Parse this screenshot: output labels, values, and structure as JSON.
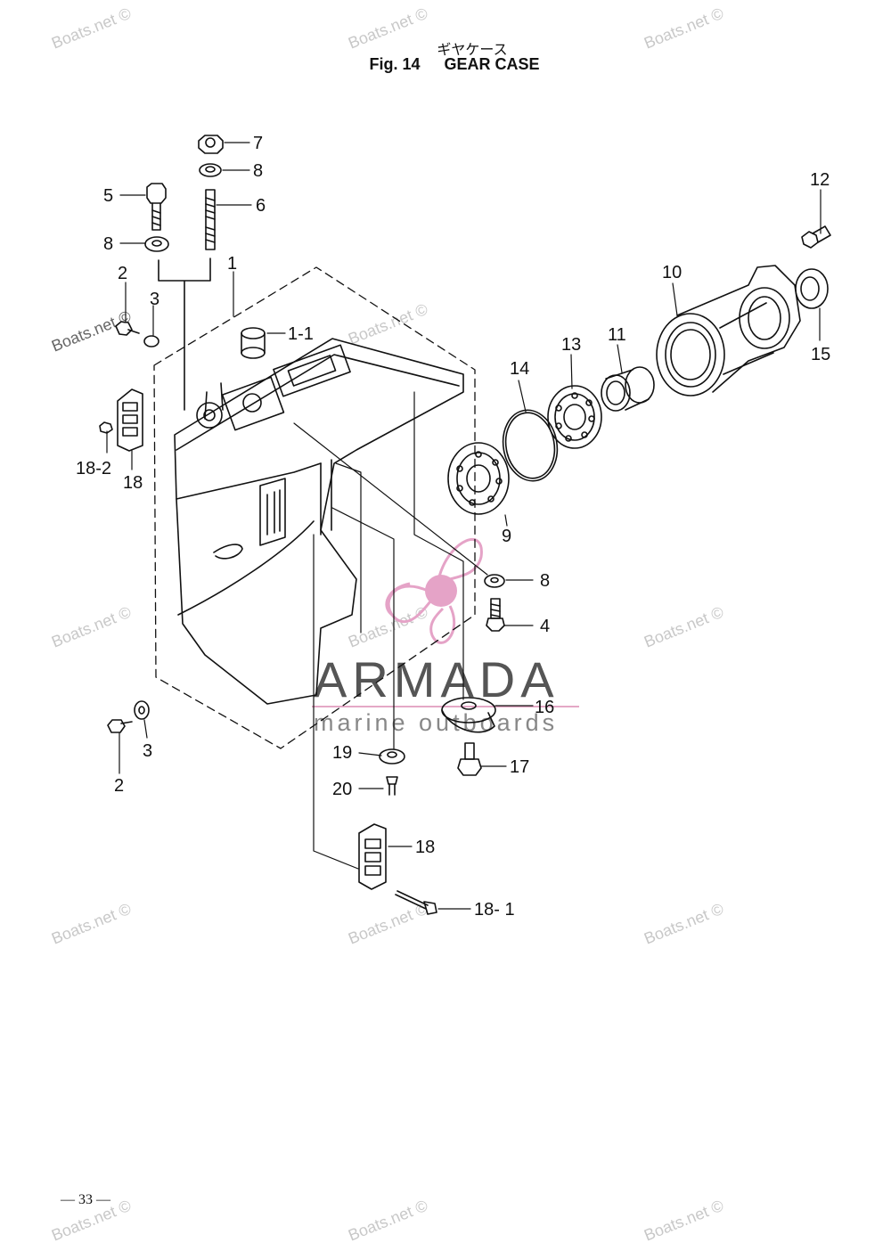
{
  "header": {
    "title_jp": "ギヤケース",
    "fig_label": "Fig. 14",
    "title_en": "GEAR CASE"
  },
  "page_number": "— 33 —",
  "watermark": "Boats.net ©",
  "brand": {
    "name": "ARMADA",
    "tagline": "marine outboards",
    "accent_color": "#e5a3c7",
    "text_color": "#555555"
  },
  "callouts": {
    "c1": "1",
    "c1_1": "1-1",
    "c2a": "2",
    "c2b": "2",
    "c3a": "3",
    "c3b": "3",
    "c4": "4",
    "c5": "5",
    "c6": "6",
    "c7": "7",
    "c8a": "8",
    "c8b": "8",
    "c8c": "8",
    "c9": "9",
    "c10": "10",
    "c11": "11",
    "c12": "12",
    "c13": "13",
    "c14": "14",
    "c15": "15",
    "c16": "16",
    "c17": "17",
    "c18a": "18",
    "c18b": "18",
    "c18_1": "18- 1",
    "c18_2": "18-2",
    "c19": "19",
    "c20": "20"
  }
}
